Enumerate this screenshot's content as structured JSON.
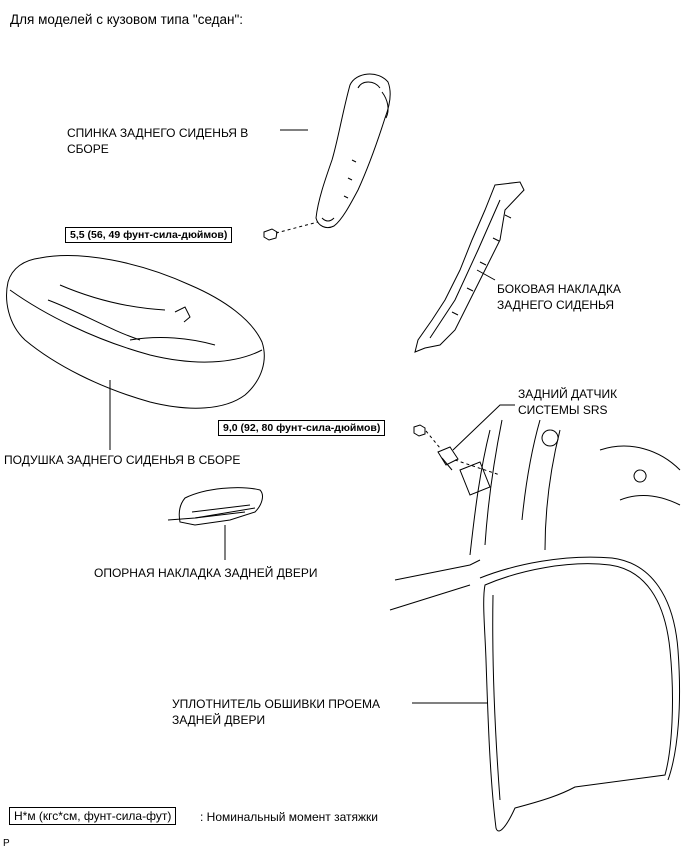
{
  "title": "Для моделей с кузовом типа \"седан\":",
  "parts": {
    "seatback_line1": "СПИНКА ЗАДНЕГО СИДЕНЬЯ В",
    "seatback_line2": "СБОРЕ",
    "side_trim_line1": "БОКОВАЯ НАКЛАДКА",
    "side_trim_line2": "ЗАДНЕГО СИДЕНЬЯ",
    "srs_line1": "ЗАДНИЙ ДАТЧИК",
    "srs_line2": "СИСТЕМЫ SRS",
    "cushion": "ПОДУШКА ЗАДНЕГО СИДЕНЬЯ В СБОРЕ",
    "scuff": "ОПОРНАЯ НАКЛАДКА ЗАДНЕЙ ДВЕРИ",
    "weatherstrip_line1": "УПЛОТНИТЕЛЬ ОБШИВКИ ПРОЕМА",
    "weatherstrip_line2": "ЗАДНЕЙ ДВЕРИ"
  },
  "torques": {
    "seatback_bolt": "5,5 (56, 49 фунт-сила-дюймов)",
    "srs_nut": "9,0 (92, 80 фунт-сила-дюймов)"
  },
  "legend": {
    "box": "Н*м (кгс*см, фунт-сила-фут)",
    "desc": ": Номинальный момент затяжки"
  },
  "footer_code": "P"
}
